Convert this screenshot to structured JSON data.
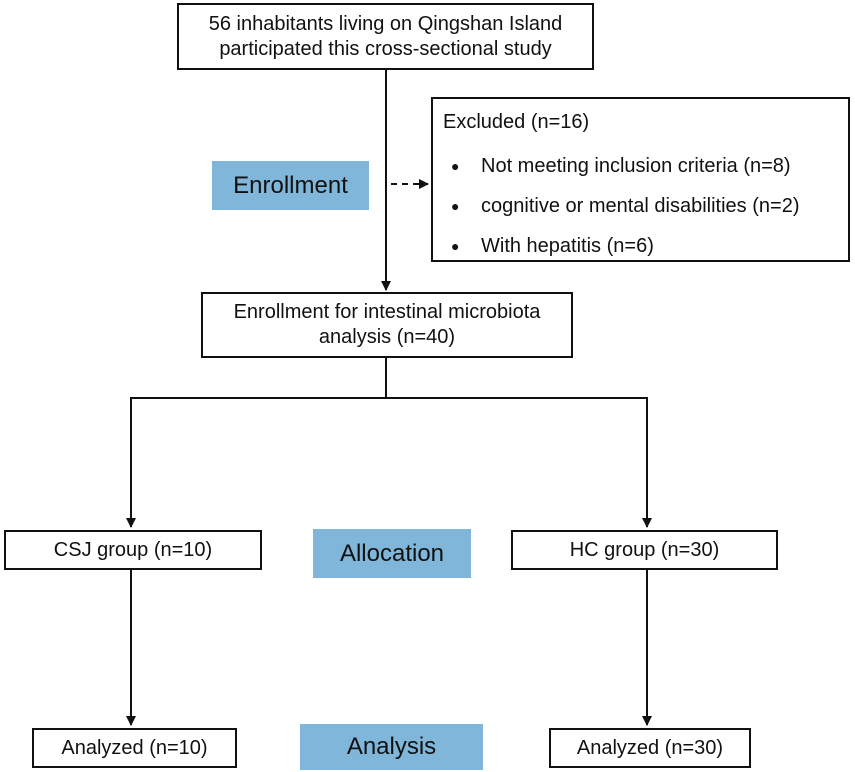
{
  "boxes": {
    "participants": "56 inhabitants living on Qingshan Island participated this cross-sectional study",
    "enrollment_analysis": "Enrollment for intestinal microbiota analysis  (n=40)",
    "csj_group": "CSJ group (n=10)",
    "hc_group": "HC group (n=30)",
    "analyzed_left": "Analyzed (n=10)",
    "analyzed_right": "Analyzed (n=30)"
  },
  "excluded": {
    "title": "Excluded (n=16)",
    "items": [
      "Not meeting inclusion criteria (n=8)",
      "cognitive or mental disabilities (n=2)",
      "With hepatitis (n=6)"
    ]
  },
  "stage_labels": {
    "enrollment": "Enrollment",
    "allocation": "Allocation",
    "analysis": "Analysis"
  },
  "colors": {
    "stage_label_fill": "#7fb6d9",
    "line": "#111111"
  }
}
